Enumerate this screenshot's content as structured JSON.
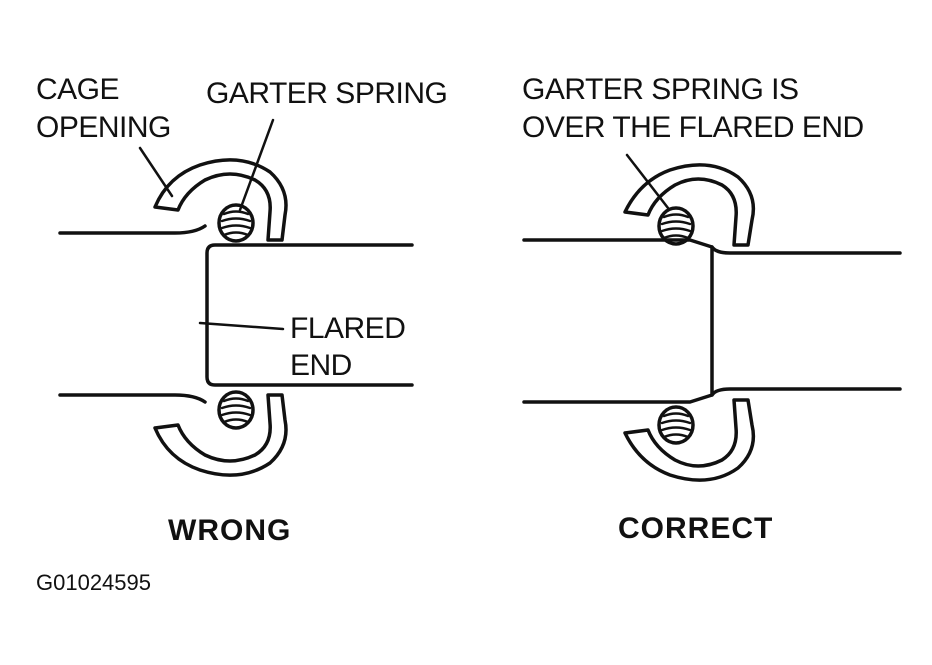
{
  "labels": {
    "cage_opening_1": "CAGE",
    "cage_opening_2": "OPENING",
    "garter_spring": "GARTER SPRING",
    "flared_end_1": "FLARED",
    "flared_end_2": "END",
    "garter_over_1": "GARTER SPRING IS",
    "garter_over_2": "OVER THE FLARED END"
  },
  "captions": {
    "wrong": "WRONG",
    "correct": "CORRECT"
  },
  "figure_id": "G01024595"
}
